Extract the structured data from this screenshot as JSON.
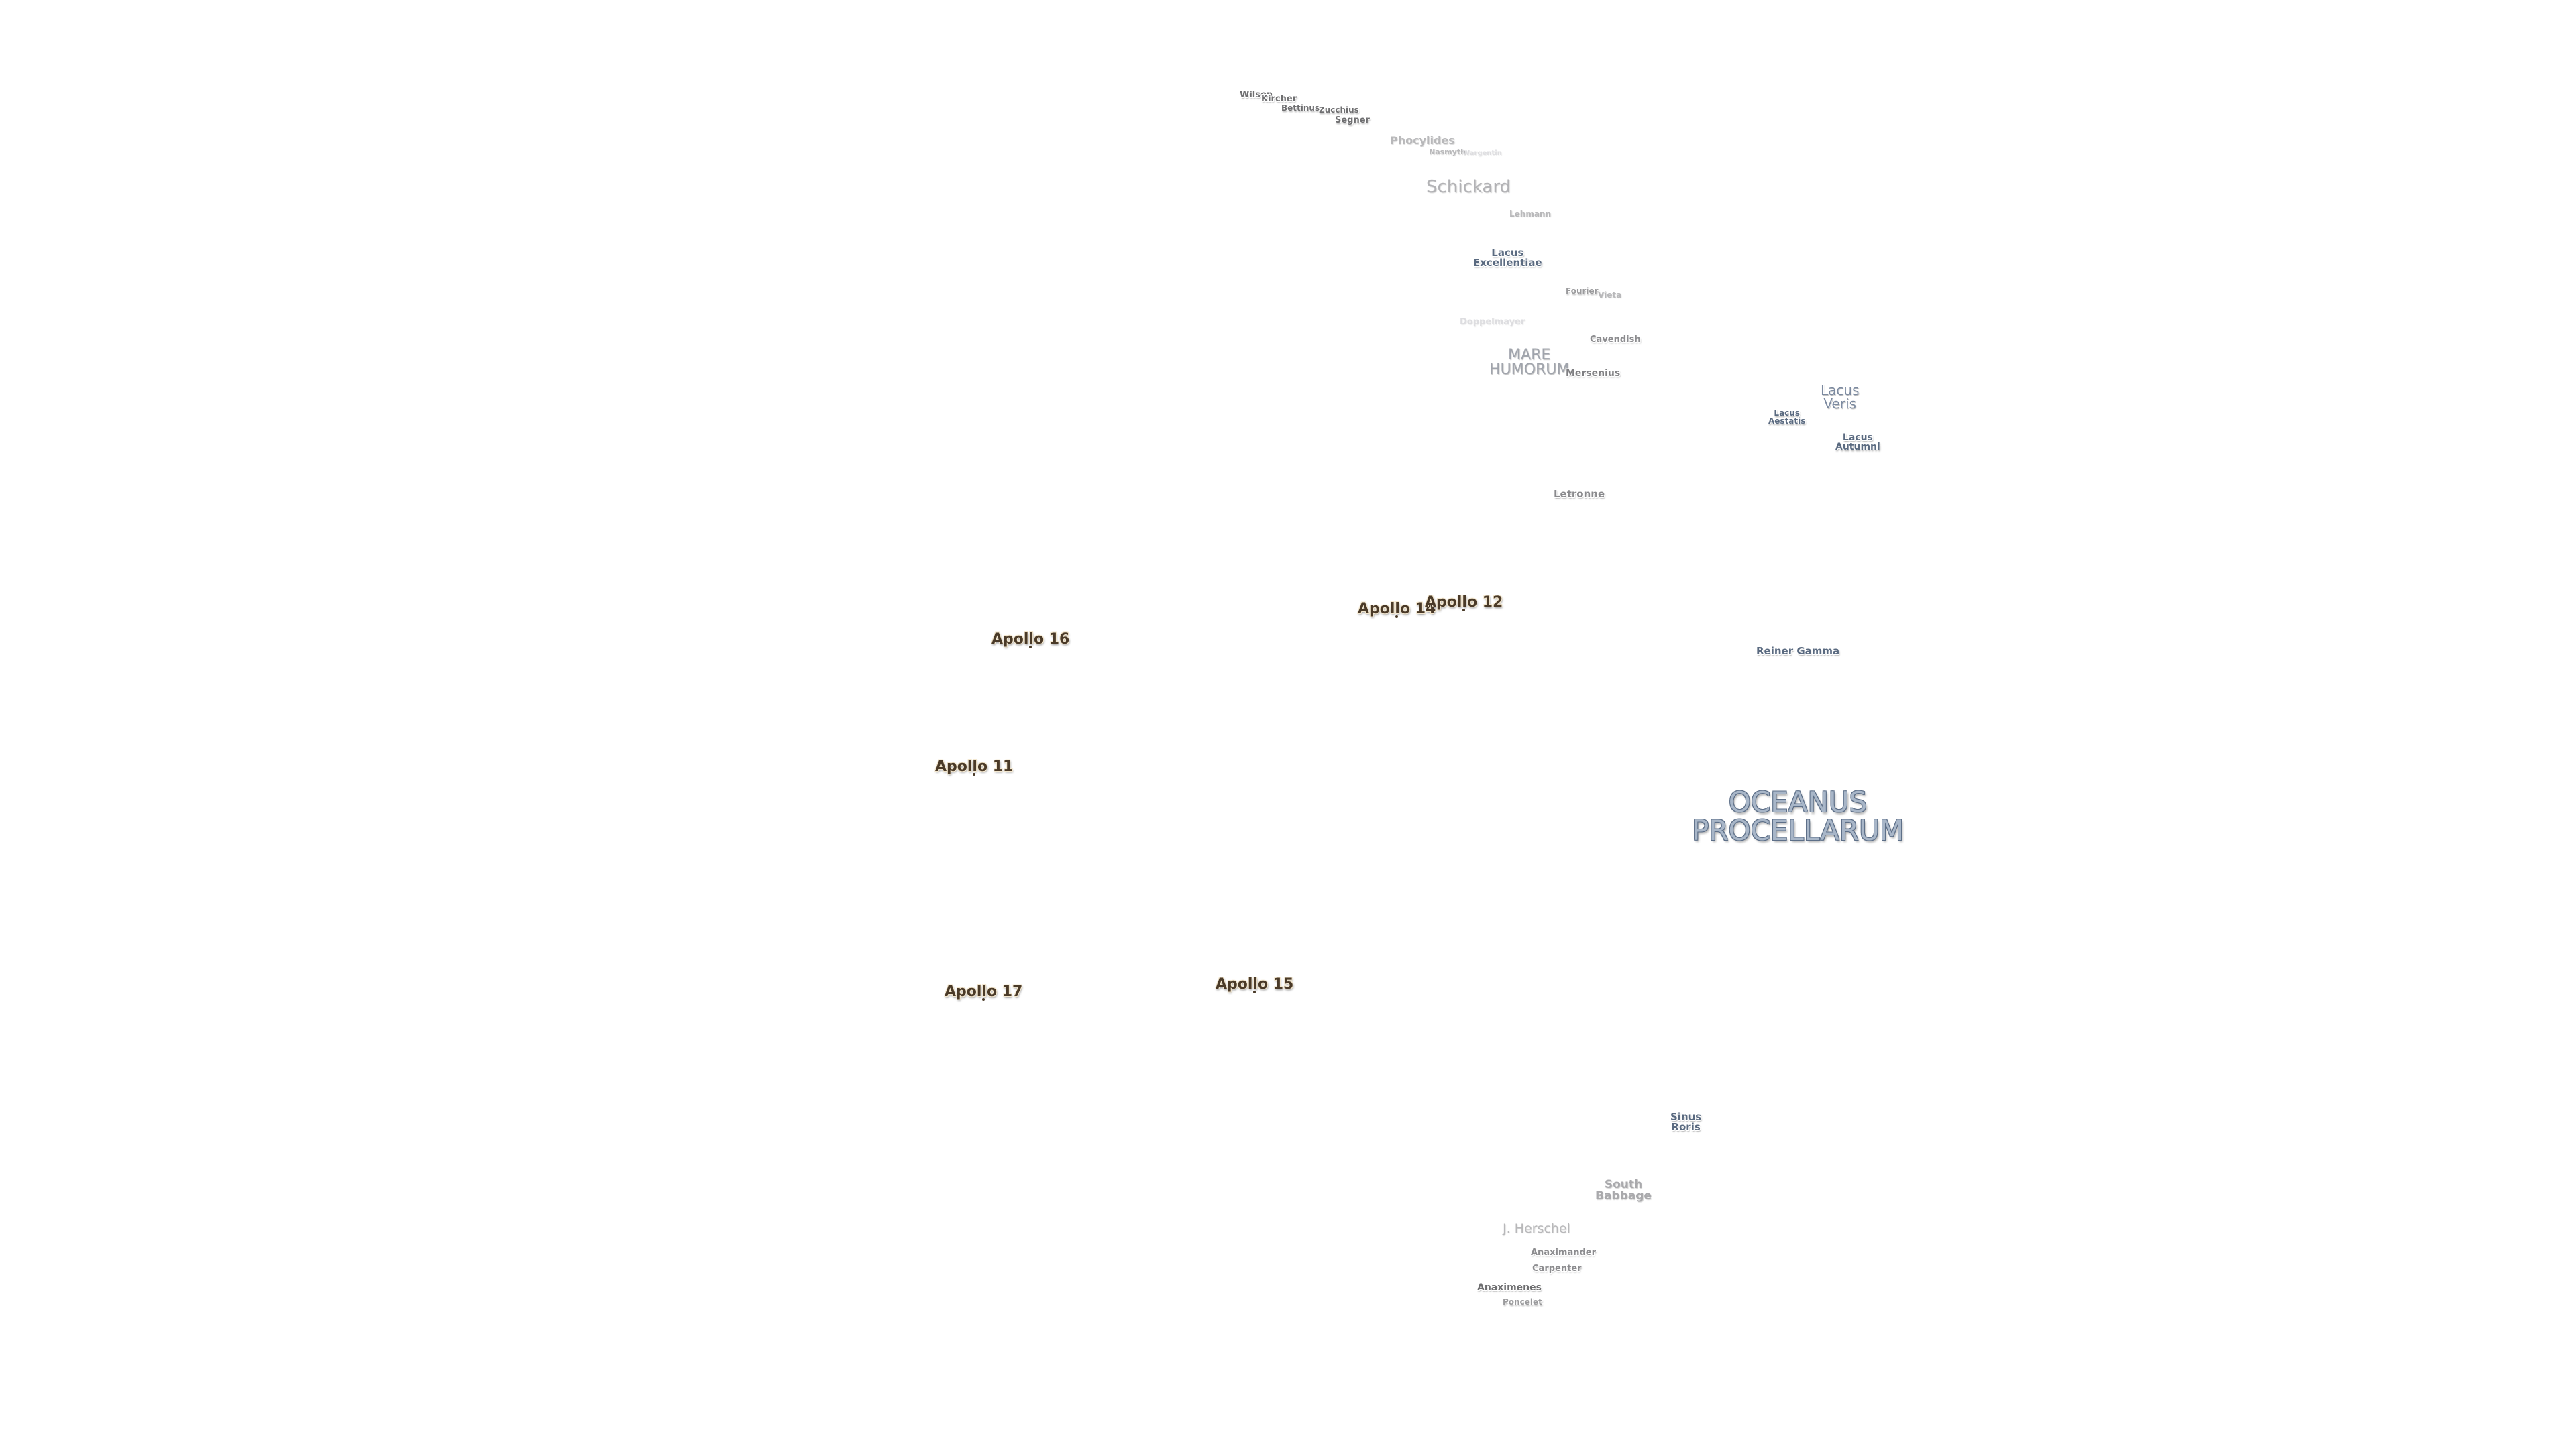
{
  "map": {
    "apollo_sites": [
      {
        "id": "apollo-16",
        "name": "Apollo 16"
      },
      {
        "id": "apollo-11",
        "name": "Apollo 11"
      },
      {
        "id": "apollo-17",
        "name": "Apollo 17"
      },
      {
        "id": "apollo-15",
        "name": "Apollo 15"
      },
      {
        "id": "apollo-14",
        "name": "Apollo 14"
      },
      {
        "id": "apollo-12",
        "name": "Apollo 12"
      }
    ],
    "seas": {
      "oceanus_procellarum": "OCEANUS\nPROCELLARUM",
      "mare_humorum": "MARE\nHUMORUM"
    },
    "lakes": {
      "lacus_veris": "Lacus\nVeris",
      "lacus_aestatis": "Lacus\nAestatis",
      "lacus_autumni": "Lacus\nAutumni",
      "lacus_excellentiae": "Lacus\nExcellentiae"
    },
    "bays": {
      "sinus_roris": "Sinus\nRoris"
    },
    "features": {
      "reiner_gamma": "Reiner Gamma",
      "wilson": "Wilson",
      "kircher": "Kircher",
      "bettinus": "Bettinus",
      "zucchius": "Zucchius",
      "segner": "Segner",
      "phocylides": "Phocylides",
      "nasmyth": "Nasmyth",
      "wargentin": "Wargentin",
      "schickard": "Schickard",
      "lehmann": "Lehmann",
      "fourier": "Fourier",
      "vieta": "Vieta",
      "doppelmayer": "Doppelmayer",
      "cavendish": "Cavendish",
      "mersenius": "Mersenius",
      "letronne": "Letronne",
      "south_babbage": "South\nBabbage",
      "j_herschel": "J. Herschel",
      "anaximander": "Anaximander",
      "carpenter": "Carpenter",
      "anaximenes": "Anaximenes",
      "poncelet": "Poncelet"
    }
  }
}
